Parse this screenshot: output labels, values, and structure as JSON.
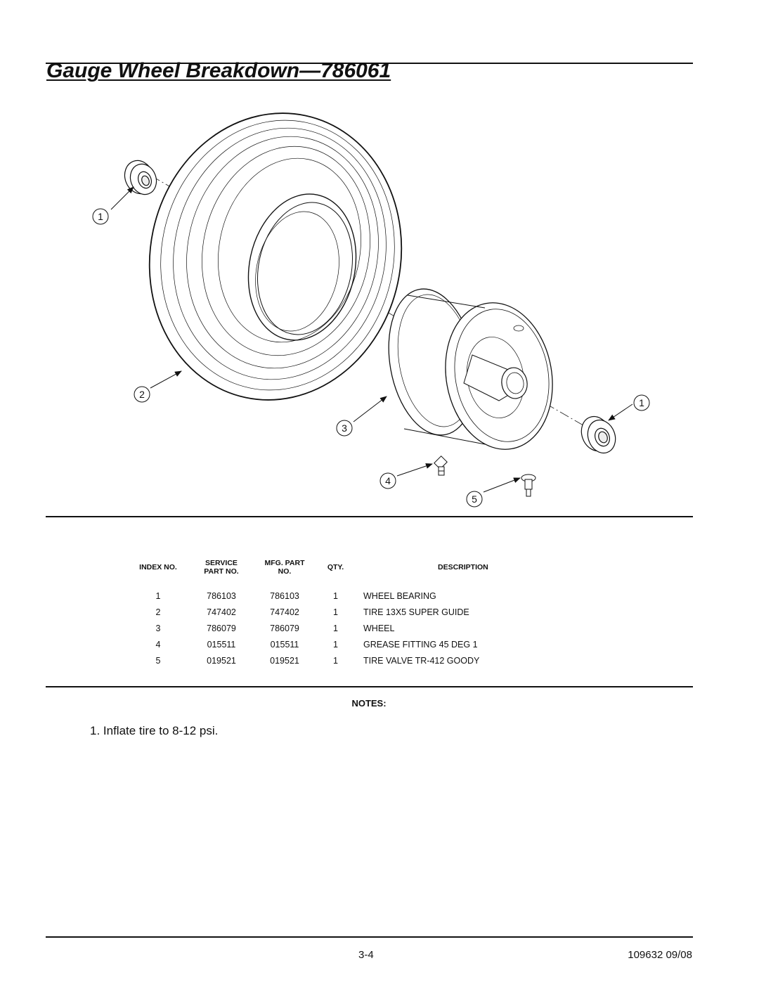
{
  "header": {
    "title": "Gauge Wheel Breakdown—786061"
  },
  "diagram": {
    "callouts": [
      "1",
      "2",
      "3",
      "4",
      "5",
      "1"
    ]
  },
  "table": {
    "headers": {
      "index": "INDEX NO.",
      "service_line1": "SERVICE",
      "service_line2": "PART NO.",
      "mfg_line1": "MFG. PART",
      "mfg_line2": "NO.",
      "qty": "QTY.",
      "description": "DESCRIPTION"
    },
    "rows": [
      {
        "index": "1",
        "service": "786103",
        "mfg": "786103",
        "qty": "1",
        "description": "WHEEL BEARING"
      },
      {
        "index": "2",
        "service": "747402",
        "mfg": "747402",
        "qty": "1",
        "description": "TIRE 13X5 SUPER GUIDE"
      },
      {
        "index": "3",
        "service": "786079",
        "mfg": "786079",
        "qty": "1",
        "description": "WHEEL"
      },
      {
        "index": "4",
        "service": "015511",
        "mfg": "015511",
        "qty": "1",
        "description": "GREASE FITTING 45 DEG 1"
      },
      {
        "index": "5",
        "service": "019521",
        "mfg": "019521",
        "qty": "1",
        "description": "TIRE VALVE TR-412 GOODY"
      }
    ]
  },
  "notes": {
    "heading": "NOTES:",
    "items": [
      "1.  Inflate tire to 8-12 psi."
    ]
  },
  "footer": {
    "page": "3-4",
    "doc": "109632 09/08"
  }
}
